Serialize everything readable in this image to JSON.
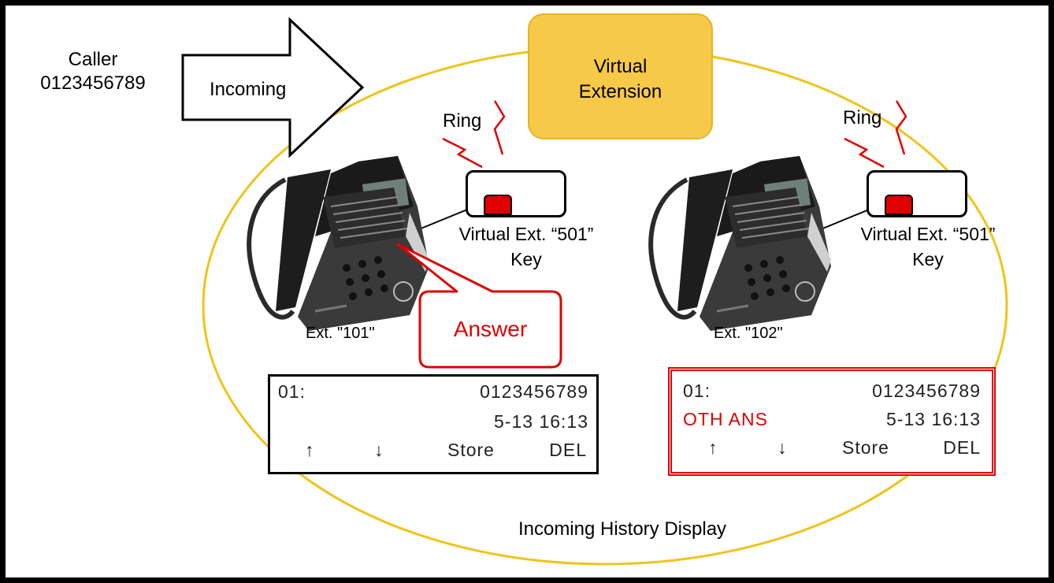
{
  "caller": {
    "label": "Caller",
    "number": "0123456789"
  },
  "incoming_arrow_label": "Incoming",
  "virtual_extension": {
    "line1": "Virtual",
    "line2": "Extension"
  },
  "ring_left": "Ring",
  "ring_right": "Ring",
  "key_label_left": {
    "line1": "Virtual Ext. “501”",
    "line2": "Key"
  },
  "key_label_right": {
    "line1": "Virtual Ext. “501”",
    "line2": "Key"
  },
  "ext_left": "Ext. \"101\"",
  "ext_right": "Ext. \"102\"",
  "answer_callout": "Answer",
  "display_left": {
    "index": "01:",
    "number": "0123456789",
    "status": "",
    "datetime": "5-13 16:13",
    "up": "↑",
    "down": "↓",
    "store": "Store",
    "del": "DEL"
  },
  "display_right": {
    "index": "01:",
    "number": "0123456789",
    "status": "OTH ANS",
    "datetime": "5-13 16:13",
    "up": "↑",
    "down": "↓",
    "store": "Store",
    "del": "DEL"
  },
  "footer_label": "Incoming History Display",
  "colors": {
    "ellipse": "#f0c419",
    "virtual_box_fill": "#f7c948",
    "virtual_box_border": "#e6b422",
    "red": "#e00000",
    "black": "#000000"
  }
}
